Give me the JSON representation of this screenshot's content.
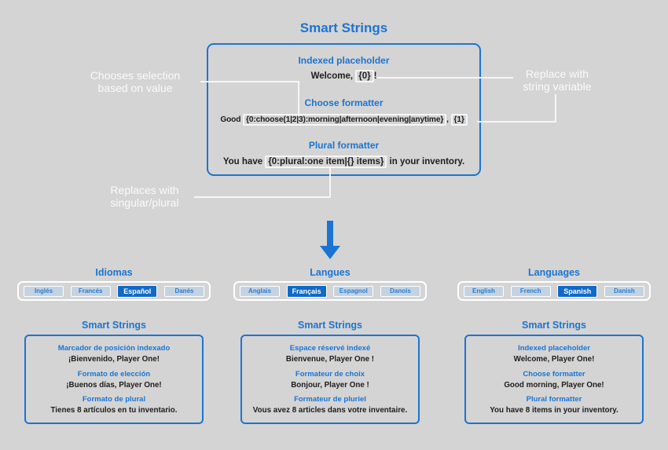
{
  "colors": {
    "background": "#d4d4d4",
    "accent_blue": "#1b74d3",
    "selected_button_bg": "#1169c8",
    "unselected_button_bg": "#c3d3e2",
    "connector_white": "#f6f6f6",
    "text_dark": "#1d1d1d"
  },
  "title": "Smart Strings",
  "main_box": {
    "indexed": {
      "heading": "Indexed placeholder",
      "pre": "Welcome, ",
      "token": "{0}",
      "post": "!"
    },
    "choose": {
      "heading": "Choose formatter",
      "pre": "Good ",
      "token1": "{0:choose(1|2|3):morning|afternoon|evening|anytime}",
      "mid": ", ",
      "token2": "{1}"
    },
    "plural": {
      "heading": "Plural formatter",
      "pre": "You have ",
      "token": "{0:plural:one item|{} items}",
      "post": " in your inventory."
    }
  },
  "annotations": {
    "choose_note_line1": "Chooses selection",
    "choose_note_line2": "based on value",
    "replace_note_line1": "Replace with",
    "replace_note_line2": "string variable",
    "plural_note_line1": "Replaces with",
    "plural_note_line2": "singular/plural"
  },
  "arrow": {
    "icon": "down-arrow",
    "color": "#1b74d3"
  },
  "panels": [
    {
      "language_header": "Idiomas",
      "buttons": [
        {
          "label": "Inglés",
          "selected": false
        },
        {
          "label": "Francés",
          "selected": false
        },
        {
          "label": "Español",
          "selected": true
        },
        {
          "label": "Danés",
          "selected": false
        }
      ],
      "smart_strings_header": "Smart Strings",
      "sections": [
        {
          "heading": "Marcador de posición indexado",
          "text": "¡Bienvenido, Player One!"
        },
        {
          "heading": "Formato de elección",
          "text": "¡Buenos días, Player One!"
        },
        {
          "heading": "Formato de plural",
          "text": "Tienes 8 artículos en tu inventario."
        }
      ]
    },
    {
      "language_header": "Langues",
      "buttons": [
        {
          "label": "Anglais",
          "selected": false
        },
        {
          "label": "Français",
          "selected": true
        },
        {
          "label": "Espagnol",
          "selected": false
        },
        {
          "label": "Danois",
          "selected": false
        }
      ],
      "smart_strings_header": "Smart Strings",
      "sections": [
        {
          "heading": "Espace réservé indexé",
          "text": "Bienvenue, Player One !"
        },
        {
          "heading": "Formateur de choix",
          "text": "Bonjour, Player One !"
        },
        {
          "heading": "Formateur de pluriel",
          "text": "Vous avez 8 articles dans votre inventaire."
        }
      ]
    },
    {
      "language_header": "Languages",
      "buttons": [
        {
          "label": "English",
          "selected": false
        },
        {
          "label": "French",
          "selected": false
        },
        {
          "label": "Spanish",
          "selected": true
        },
        {
          "label": "Danish",
          "selected": false
        }
      ],
      "smart_strings_header": "Smart Strings",
      "sections": [
        {
          "heading": "Indexed placeholder",
          "text": "Welcome, Player One!"
        },
        {
          "heading": "Choose formatter",
          "text": "Good morning, Player One!"
        },
        {
          "heading": "Plural formatter",
          "text": "You have 8 items in your inventory."
        }
      ]
    }
  ]
}
